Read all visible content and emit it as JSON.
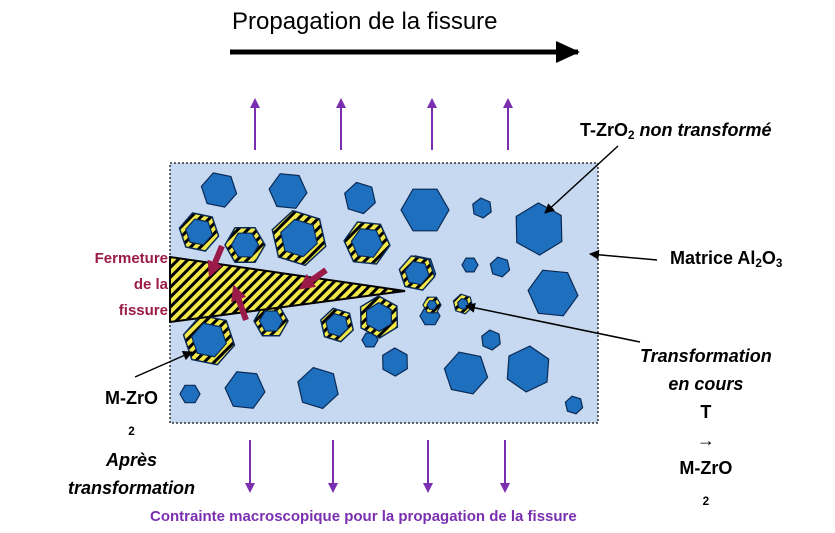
{
  "title": "Propagation de la fissure",
  "labels": {
    "fermeture_1": "Fermeture",
    "fermeture_2": "de la",
    "fermeture_3": "fissure",
    "tzro_main": "T-ZrO",
    "tzro_sub": "2",
    "tzro_tail": " non transformé",
    "matrice_main": "Matrice Al",
    "matrice_sub1": "2",
    "matrice_mid": "O",
    "matrice_sub2": "3",
    "transfo_1": "Transformation",
    "transfo_2": "en cours",
    "transfo_3a": "T",
    "transfo_arrow": "→",
    "transfo_3b": "M-ZrO",
    "transfo_3sub": "2",
    "mzro_main": "M-ZrO",
    "mzro_sub": "2",
    "mzro_2": "Après",
    "mzro_3": "transformation",
    "contrainte": "Contrainte macroscopique pour la propagation de la fissure"
  },
  "colors": {
    "matrix": "#c6d9f1",
    "grain": "#1f6fbf",
    "grain_stroke": "#0a2a55",
    "hatch_yellow": "#f2e84a",
    "crack_fill": "#efe46a",
    "closure_arrow": "#9b1b48",
    "stress_arrow": "#7a2fb0"
  }
}
